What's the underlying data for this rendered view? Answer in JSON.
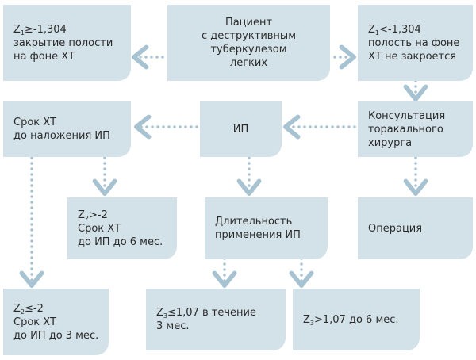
{
  "colors": {
    "box_fill": "#d3e1e8",
    "connector": "#a7c3d2",
    "text": "#2b2b2b"
  },
  "nodes": {
    "patient": {
      "lines": [
        "Пациент",
        "с деструктивным",
        "туберкулезом",
        "легких"
      ]
    },
    "closure": {
      "z_var": "Z",
      "z_sub": "1",
      "z_cond": "≥-1,304",
      "lines": [
        "закрытие полости",
        "на фоне ХТ"
      ]
    },
    "no_closure": {
      "z_var": "Z",
      "z_sub": "1",
      "z_cond": "<-1,304",
      "lines": [
        "полость на фоне",
        "ХТ не закроется"
      ]
    },
    "ip": {
      "label": "ИП"
    },
    "consult": {
      "lines": [
        "Консультация",
        "торакального",
        "хирурга"
      ]
    },
    "term_ht": {
      "lines": [
        "Срок ХТ",
        "до наложения ИП"
      ]
    },
    "operation": {
      "label": "Операция"
    },
    "z2_gt": {
      "z_var": "Z",
      "z_sub": "2",
      "z_cond": ">-2",
      "lines": [
        "Срок ХТ",
        "до ИП до 6 мес."
      ]
    },
    "duration": {
      "lines": [
        "Длительность",
        "применения ИП"
      ]
    },
    "z2_le": {
      "z_var": "Z",
      "z_sub": "2",
      "z_cond": "≤-2",
      "lines": [
        "Срок ХТ",
        "до ИП до 3 мес."
      ]
    },
    "z3_le": {
      "z_var": "Z",
      "z_sub": "3",
      "z_cond": "≤1,07 в течение",
      "lines": [
        "3 мес."
      ]
    },
    "z3_gt": {
      "z_var": "Z",
      "z_sub": "3",
      "z_cond": ">1,07 до 6 мес."
    }
  }
}
